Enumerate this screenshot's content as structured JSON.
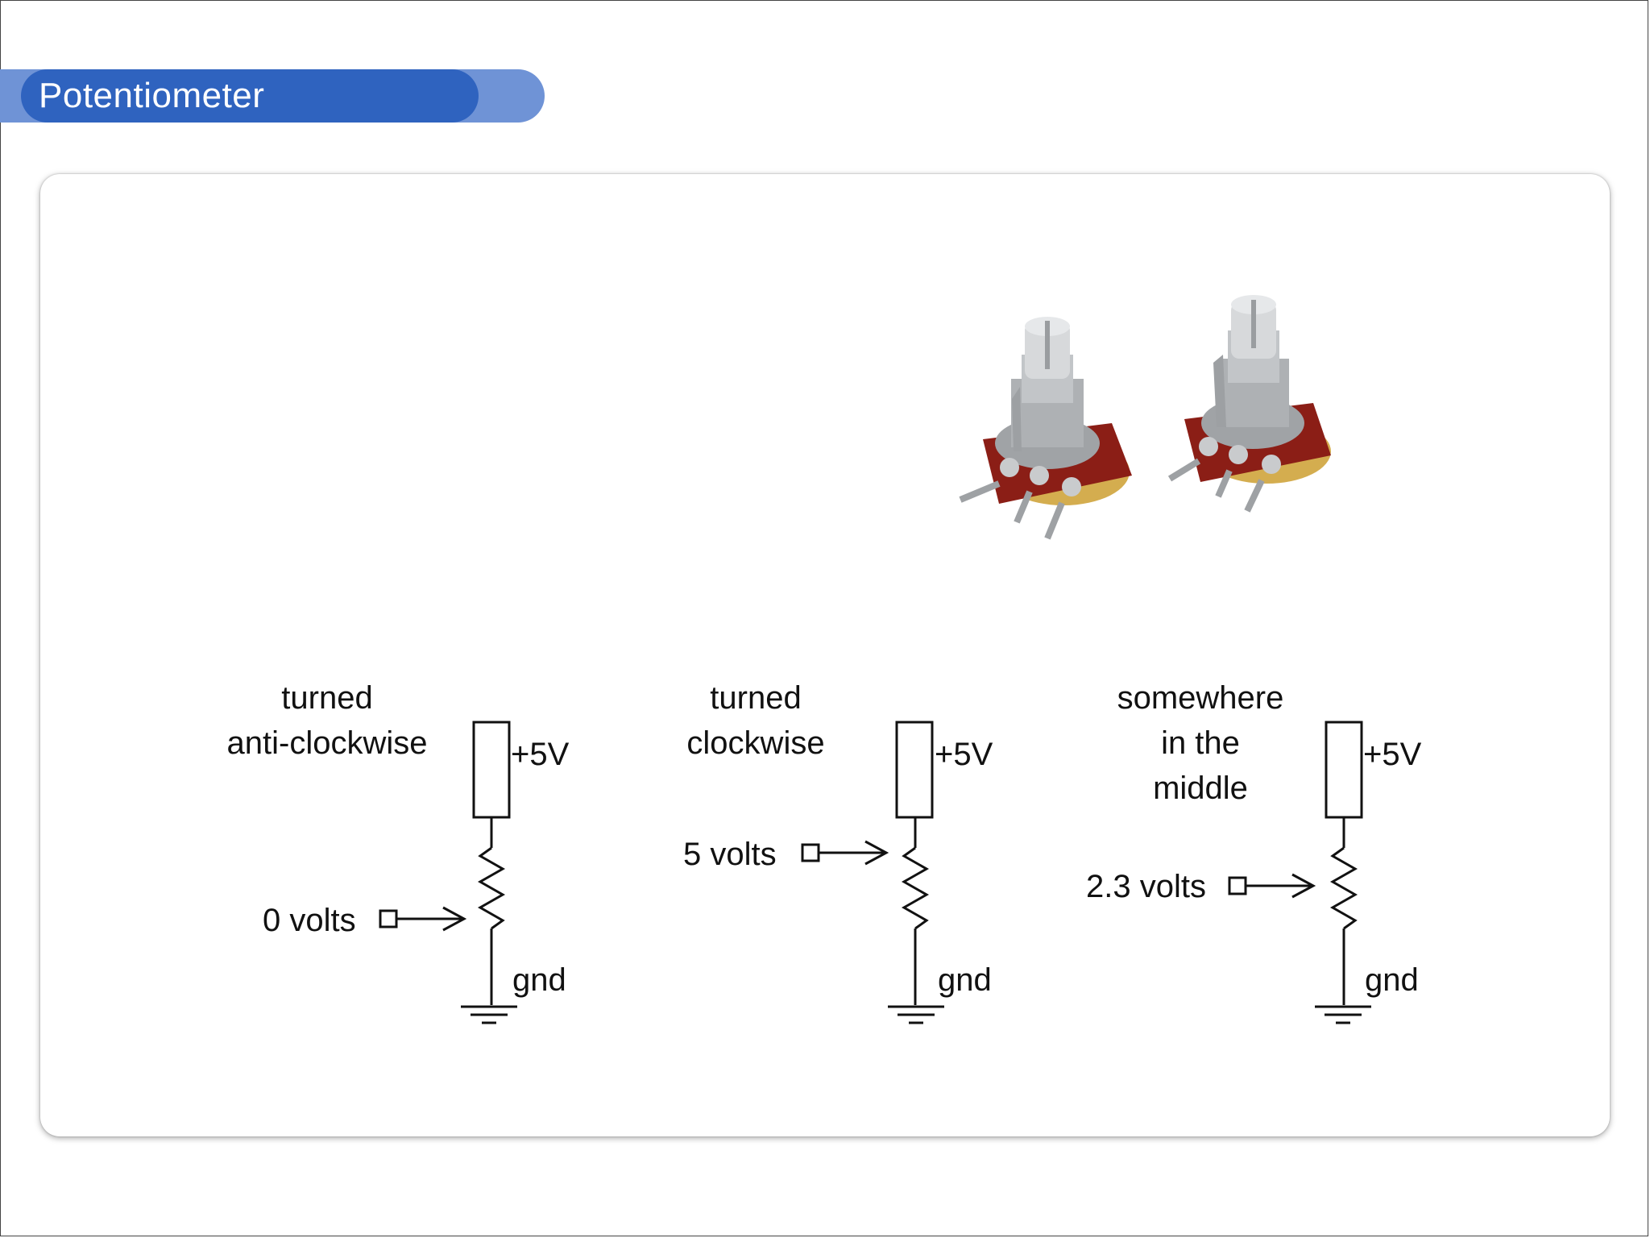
{
  "slide": {
    "title": "Potentiometer"
  },
  "photo": {
    "icon": "potentiometer-photo-icon"
  },
  "circuits": [
    {
      "caption_lines": [
        "turned",
        "anti-clockwise"
      ],
      "supply_label": "+5V",
      "output_label": "0 volts",
      "ground_label": "gnd"
    },
    {
      "caption_lines": [
        "turned",
        "clockwise"
      ],
      "supply_label": "+5V",
      "output_label": "5 volts",
      "ground_label": "gnd"
    },
    {
      "caption_lines": [
        "somewhere",
        "in the",
        "middle"
      ],
      "supply_label": "+5V",
      "output_label": "2.3 volts",
      "ground_label": "gnd"
    }
  ],
  "colors": {
    "title_dark": "#2f63bf",
    "title_light": "#6f93d6",
    "pcb_red": "#8b1e16",
    "metal": "#b9bcbf",
    "yellow_body": "#d9b75a"
  }
}
